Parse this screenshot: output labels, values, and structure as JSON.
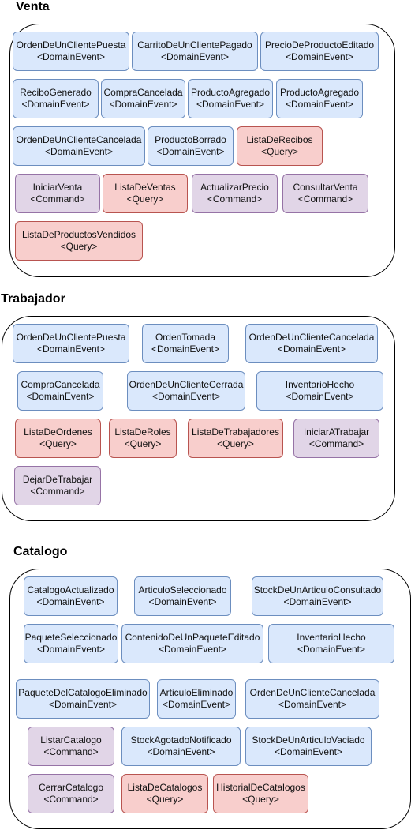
{
  "kind_colors": {
    "DomainEvent": {
      "fill": "#dae8fc",
      "stroke": "#6c8ebf"
    },
    "Query": {
      "fill": "#f8cecc",
      "stroke": "#b85450"
    },
    "Command": {
      "fill": "#e1d5e7",
      "stroke": "#9673a6"
    }
  },
  "sections": [
    {
      "id": "venta",
      "title": "Venta",
      "nodes": [
        {
          "name": "OrdenDeUnClientePuesta",
          "stereotype": "<DomainEvent>",
          "kind": "DomainEvent"
        },
        {
          "name": "CarritoDeUnClientePagado",
          "stereotype": "<DomainEvent>",
          "kind": "DomainEvent"
        },
        {
          "name": "PrecioDeProductoEditado",
          "stereotype": "<DomainEvent>",
          "kind": "DomainEvent"
        },
        {
          "name": "ReciboGenerado",
          "stereotype": "<DomainEvent>",
          "kind": "DomainEvent"
        },
        {
          "name": "CompraCancelada",
          "stereotype": "<DomainEvent>",
          "kind": "DomainEvent"
        },
        {
          "name": "ProductoAgregado",
          "stereotype": "<DomainEvent>",
          "kind": "DomainEvent"
        },
        {
          "name": "ProductoAgregado",
          "stereotype": "<DomainEvent>",
          "kind": "DomainEvent"
        },
        {
          "name": "OrdenDeUnClienteCancelada",
          "stereotype": "<DomainEvent>",
          "kind": "DomainEvent"
        },
        {
          "name": "ProductoBorrado",
          "stereotype": "<DomainEvent>",
          "kind": "DomainEvent"
        },
        {
          "name": "ListaDeRecibos",
          "stereotype": "<Query>",
          "kind": "Query"
        },
        {
          "name": "IniciarVenta",
          "stereotype": "<Command>",
          "kind": "Command"
        },
        {
          "name": "ListaDeVentas",
          "stereotype": "<Query>",
          "kind": "Query"
        },
        {
          "name": "ActualizarPrecio",
          "stereotype": "<Command>",
          "kind": "Command"
        },
        {
          "name": "ConsultarVenta",
          "stereotype": "<Command>",
          "kind": "Command"
        },
        {
          "name": "ListaDeProductosVendidos",
          "stereotype": "<Query>",
          "kind": "Query"
        }
      ]
    },
    {
      "id": "trabajador",
      "title": "Trabajador",
      "nodes": [
        {
          "name": "OrdenDeUnClientePuesta",
          "stereotype": "<DomainEvent>",
          "kind": "DomainEvent"
        },
        {
          "name": "OrdenTomada",
          "stereotype": "<DomainEvent>",
          "kind": "DomainEvent"
        },
        {
          "name": "OrdenDeUnClienteCancelada",
          "stereotype": "<DomainEvent>",
          "kind": "DomainEvent"
        },
        {
          "name": "CompraCancelada",
          "stereotype": "<DomainEvent>",
          "kind": "DomainEvent"
        },
        {
          "name": "OrdenDeUnClienteCerrada",
          "stereotype": "<DomainEvent>",
          "kind": "DomainEvent"
        },
        {
          "name": "InventarioHecho",
          "stereotype": "<DomainEvent>",
          "kind": "DomainEvent"
        },
        {
          "name": "ListaDeOrdenes",
          "stereotype": "<Query>",
          "kind": "Query"
        },
        {
          "name": "ListaDeRoles",
          "stereotype": "<Query>",
          "kind": "Query"
        },
        {
          "name": "ListaDeTrabajadores",
          "stereotype": "<Query>",
          "kind": "Query"
        },
        {
          "name": "IniciarATrabajar",
          "stereotype": "<Command>",
          "kind": "Command"
        },
        {
          "name": "DejarDeTrabajar",
          "stereotype": "<Command>",
          "kind": "Command"
        }
      ]
    },
    {
      "id": "catalogo",
      "title": "Catalogo",
      "nodes": [
        {
          "name": "CatalogoActualizado",
          "stereotype": "<DomainEvent>",
          "kind": "DomainEvent"
        },
        {
          "name": "ArticuloSeleccionado",
          "stereotype": "<DomainEvent>",
          "kind": "DomainEvent"
        },
        {
          "name": "StockDeUnArticuloConsultado",
          "stereotype": "<DomainEvent>",
          "kind": "DomainEvent"
        },
        {
          "name": "PaqueteSeleccionado",
          "stereotype": "<DomainEvent>",
          "kind": "DomainEvent"
        },
        {
          "name": "ContenidoDeUnPaqueteEditado",
          "stereotype": "<DomainEvent>",
          "kind": "DomainEvent"
        },
        {
          "name": "InventarioHecho",
          "stereotype": "<DomainEvent>",
          "kind": "DomainEvent"
        },
        {
          "name": "PaqueteDelCatalogoEliminado",
          "stereotype": "<DomainEvent>",
          "kind": "DomainEvent"
        },
        {
          "name": "ArticuloEliminado",
          "stereotype": "<DomainEvent>",
          "kind": "DomainEvent"
        },
        {
          "name": "OrdenDeUnClienteCancelada",
          "stereotype": "<DomainEvent>",
          "kind": "DomainEvent"
        },
        {
          "name": "ListarCatalogo",
          "stereotype": "<Command>",
          "kind": "Command"
        },
        {
          "name": "StockAgotadoNotificado",
          "stereotype": "<DomainEvent>",
          "kind": "DomainEvent"
        },
        {
          "name": "StockDeUnArticuloVaciado",
          "stereotype": "<DomainEvent>",
          "kind": "DomainEvent"
        },
        {
          "name": "CerrarCatalogo",
          "stereotype": "<Command>",
          "kind": "Command"
        },
        {
          "name": "ListaDeCatalogos",
          "stereotype": "<Query>",
          "kind": "Query"
        },
        {
          "name": "HistorialDeCatalogos",
          "stereotype": "<Query>",
          "kind": "Query"
        }
      ]
    }
  ]
}
